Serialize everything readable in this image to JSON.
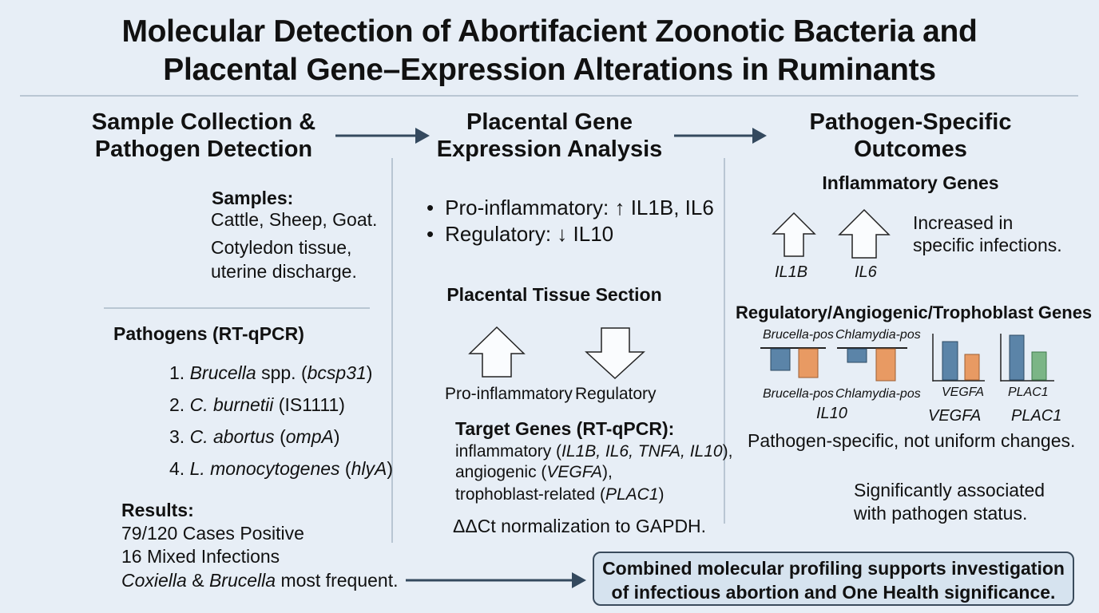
{
  "title_line1": "Molecular Detection of Abortifacient Zoonotic Bacteria and",
  "title_line2": "Placental Gene–Expression Alterations in Ruminants",
  "col1": {
    "heading1": "Sample Collection &",
    "heading2": "Pathogen Detection",
    "samples_label": "Samples:",
    "samples_lines": [
      "Cattle, Sheep, Goat.",
      "Cotyledon tissue,",
      "uterine discharge."
    ],
    "pathogens_label": "Pathogens (RT-qPCR)",
    "pathogens": [
      {
        "num": "1.",
        "name": "Brucella",
        "mid": " spp. (",
        "gene": "bcsp31",
        "end": ")"
      },
      {
        "num": "2.",
        "name": "C. burnetii",
        "mid": " (IS1111",
        "gene": "",
        "end": ")"
      },
      {
        "num": "3.",
        "name": "C. abortus",
        "mid": " (",
        "gene": "ompA",
        "end": ")"
      },
      {
        "num": "4.",
        "name": "L. monocytogenes",
        "mid": " (",
        "gene": "hlyA",
        "end": ")"
      }
    ],
    "results_label": "Results:",
    "results_line1": "79/120 Cases Positive",
    "results_line2": "16 Mixed Infections",
    "results_line3": {
      "a": "Coxiella",
      "b": " & ",
      "c": "Brucella",
      "d": " most frequent."
    }
  },
  "col2": {
    "heading1": "Placental Gene",
    "heading2": "Expression Analysis",
    "bullets": [
      "Pro-inflammatory: ↑ IL1B, IL6",
      "Regulatory: ↓ IL10"
    ],
    "section_label": "Placental Tissue Section",
    "arrow_up_label": "Pro-inflammatory",
    "arrow_down_label": "Regulatory",
    "target_label": "Target Genes (RT-qPCR):",
    "target_line1": {
      "a": "inflammatory (",
      "b": "IL1B, IL6, TNFA, IL10",
      "c": "),"
    },
    "target_line2": {
      "a": "angiogenic (",
      "b": "VEGFA",
      "c": "),"
    },
    "target_line3": {
      "a": "trophoblast-related (",
      "b": "PLAC1",
      "c": ")"
    },
    "normalization": "ΔΔCt normalization to GAPDH."
  },
  "col3": {
    "heading1": "Pathogen-Specific",
    "heading2": "Outcomes",
    "inflammatory_label": "Inflammatory Genes",
    "gene_il1b": "IL1B",
    "gene_il6": "IL6",
    "increase_line1": "Increased in",
    "increase_line2": "specific infections.",
    "regulatory_label": "Regulatory/Angiogenic/Trophoblast Genes",
    "brucella_pos": "Brucella-pos",
    "chlamydia_pos": "Chlamydia-pos",
    "vegfa": "VEGFA",
    "plac1": "PLAC1",
    "il10": "IL10",
    "note": "Pathogen-specific, not uniform changes.",
    "assoc_line1": "Significantly associated",
    "assoc_line2": "with pathogen status."
  },
  "conclusion_line1": "Combined molecular profiling supports investigation",
  "conclusion_line2": "of infectious abortion and One Health significance.",
  "colors": {
    "blue_bar": "#5b84a8",
    "orange_bar": "#e89a63",
    "green_bar": "#7bb586",
    "arrow": "#34495e"
  }
}
